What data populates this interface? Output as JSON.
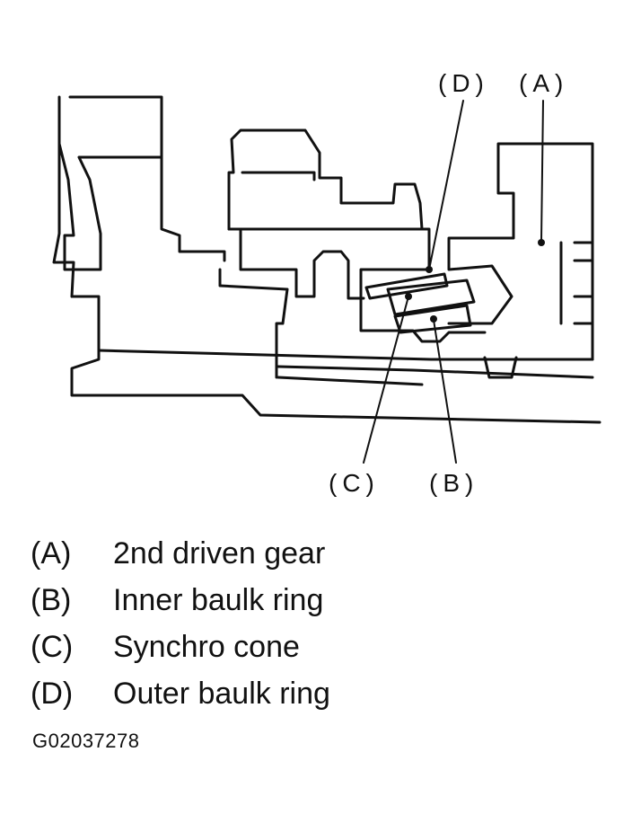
{
  "callouts": {
    "a": "(A)",
    "b": "(B)",
    "c": "(C)",
    "d": "(D)"
  },
  "legend": [
    {
      "key": "(A)",
      "text": "2nd driven gear"
    },
    {
      "key": "(B)",
      "text": "Inner baulk ring"
    },
    {
      "key": "(C)",
      "text": "Synchro cone"
    },
    {
      "key": "(D)",
      "text": "Outer baulk ring"
    }
  ],
  "figure_code": "G02037278"
}
